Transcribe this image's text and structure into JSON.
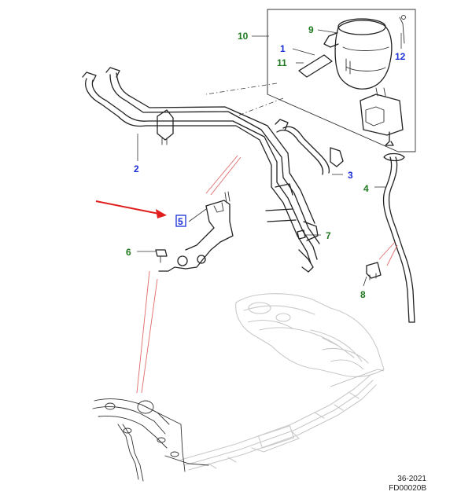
{
  "callouts": {
    "c1": "1",
    "c2": "2",
    "c3": "3",
    "c4": "4",
    "c5": "5",
    "c6": "6",
    "c7": "7",
    "c8": "8",
    "c9": "9",
    "c10": "10",
    "c11": "11",
    "c12": "12"
  },
  "colors": {
    "green_callout": "#1f7a1f",
    "blue_callout": "#1a2fd6",
    "red_arrow": "#e01e1e",
    "selection_box": "#1a2fd6"
  },
  "footer": {
    "line1": "36-2021",
    "line2": "FD00020B"
  }
}
